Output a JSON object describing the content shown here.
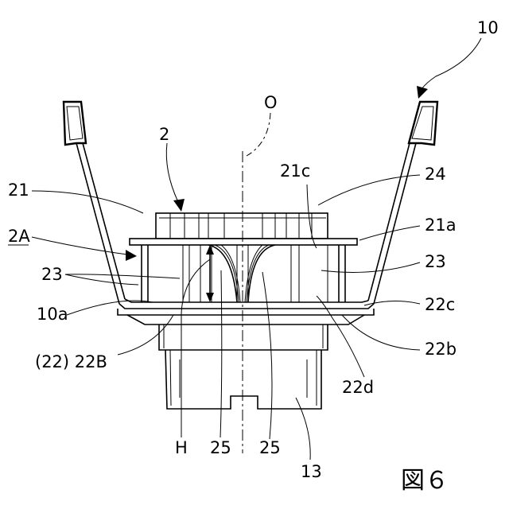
{
  "figure": {
    "number": "図６"
  },
  "labels": {
    "n10": "10",
    "nO": "O",
    "n2": "2",
    "n21c": "21c",
    "n24": "24",
    "n21": "21",
    "n21a": "21a",
    "n2A": "2A",
    "n23r": "23",
    "n23l": "23",
    "n10a": "10a",
    "n22c": "22c",
    "n22b": "22b",
    "n22B": "(22) 22B",
    "n22d": "22d",
    "nH": "H",
    "n25a": "25",
    "n25b": "25",
    "n13": "13"
  }
}
